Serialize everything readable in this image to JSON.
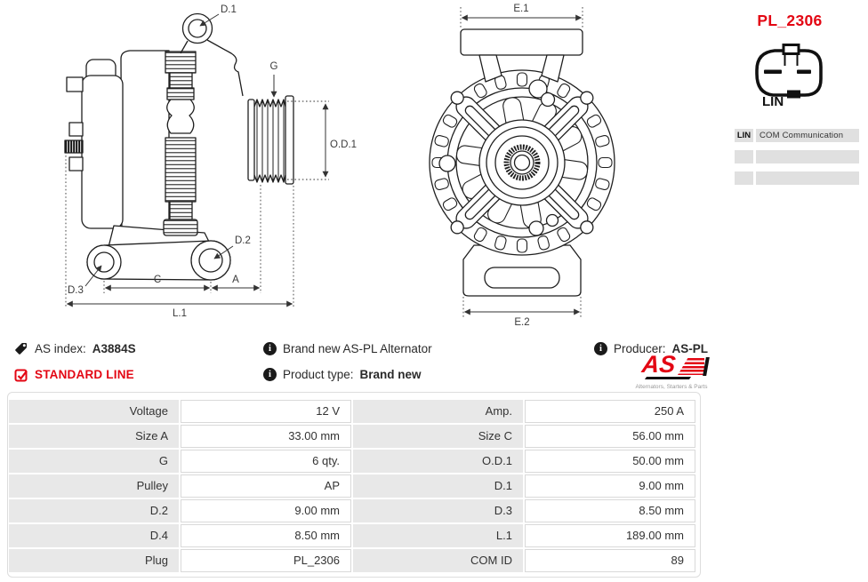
{
  "header": {
    "plug_code": "PL_2306"
  },
  "diagram": {
    "side_view_labels": {
      "d1": "D.1",
      "g": "G",
      "od1": "O.D.1",
      "d2": "D.2",
      "d3": "D.3",
      "c": "C",
      "a": "A",
      "l1": "L.1"
    },
    "front_view_labels": {
      "e1": "E.1",
      "e2": "E.2"
    },
    "plug_label": "LIN"
  },
  "comm_table": {
    "rows": [
      {
        "key": "LIN",
        "value": "COM Communication"
      },
      {
        "key": "",
        "value": ""
      },
      {
        "key": "",
        "value": ""
      }
    ]
  },
  "icons": {
    "info_glyph": "i"
  },
  "info": {
    "as_index_label": "AS index:",
    "as_index_value": "A3884S",
    "standard_line": "STANDARD LINE",
    "brand_new_text": "Brand new AS-PL Alternator",
    "product_type_label": "Product type:",
    "product_type_value": "Brand new",
    "producer_label": "Producer:",
    "producer_value": "AS-PL",
    "logo_main": "AS",
    "logo_sub": "Alternators, Starters & Parts"
  },
  "spec_table": {
    "rows": [
      {
        "l1": "Voltage",
        "v1": "12 V",
        "l2": "Amp.",
        "v2": "250 A"
      },
      {
        "l1": "Size A",
        "v1": "33.00 mm",
        "l2": "Size C",
        "v2": "56.00 mm"
      },
      {
        "l1": "G",
        "v1": "6 qty.",
        "l2": "O.D.1",
        "v2": "50.00 mm"
      },
      {
        "l1": "Pulley",
        "v1": "AP",
        "l2": "D.1",
        "v2": "9.00 mm"
      },
      {
        "l1": "D.2",
        "v1": "9.00 mm",
        "l2": "D.3",
        "v2": "8.50 mm"
      },
      {
        "l1": "D.4",
        "v1": "8.50 mm",
        "l2": "L.1",
        "v2": "189.00 mm"
      },
      {
        "l1": "Plug",
        "v1": "PL_2306",
        "l2": "COM ID",
        "v2": "89"
      }
    ]
  },
  "colors": {
    "accent_red": "#e30613",
    "label_cell_gray": "#e8e8e8",
    "table_border": "#d9d9d9"
  }
}
